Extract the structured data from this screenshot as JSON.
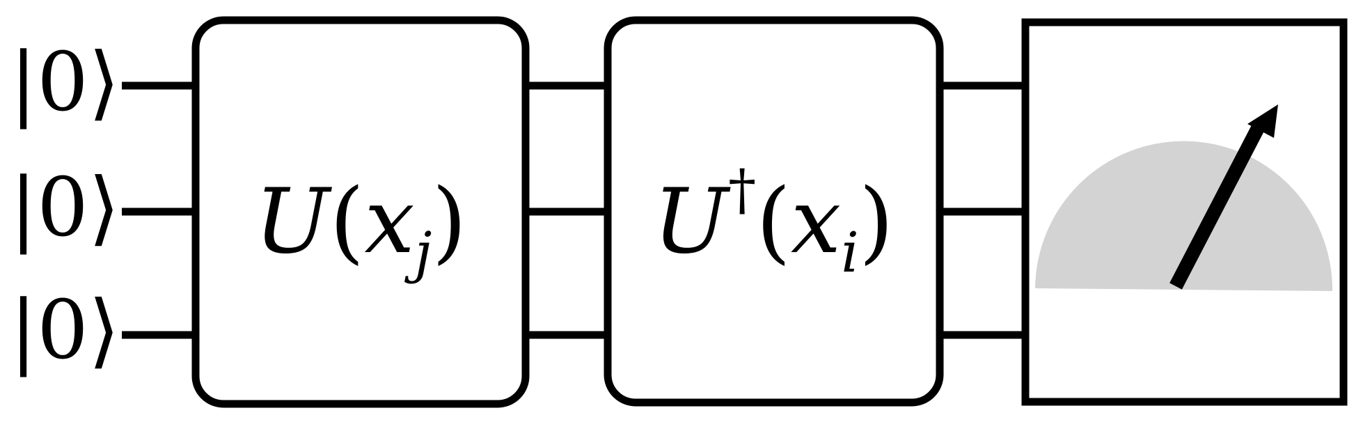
{
  "inputs": [
    {
      "label": "|0⟩"
    },
    {
      "label": "|0⟩"
    },
    {
      "label": "|0⟩"
    }
  ],
  "gates": [
    {
      "op": "U",
      "open_paren": "(",
      "var": "x",
      "sub": "j",
      "close_paren": ")"
    },
    {
      "op": "U",
      "sup": "†",
      "open_paren": "(",
      "var": "x",
      "sub": "i",
      "close_paren": ")"
    }
  ],
  "measurement": {
    "icon": "meter-icon"
  },
  "colors": {
    "line": "#000000",
    "meter_dial": "#d3d3d3"
  }
}
